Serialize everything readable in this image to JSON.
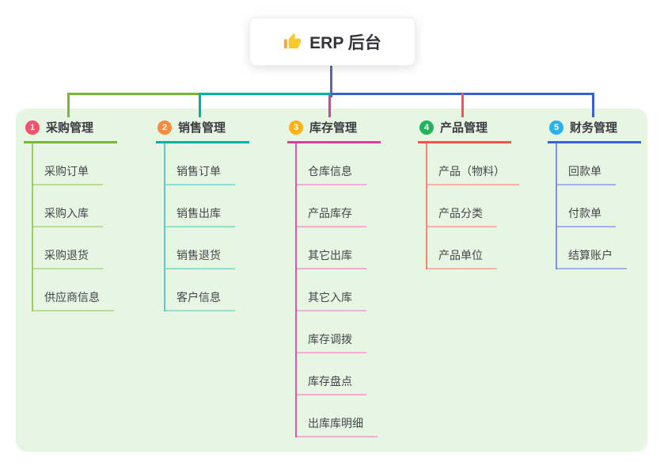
{
  "root": {
    "icon": "thumbs-up",
    "title": "ERP 后台",
    "line_color": "#5565c8"
  },
  "panel_color": "#e7f6e3",
  "branches": [
    {
      "badge": "1",
      "label": "采购管理",
      "colors": {
        "badge": "#f4516c",
        "main": "#79b738",
        "mid": "#9ccb68",
        "light": "#b9dc97"
      },
      "children": [
        "采购订单",
        "采购入库",
        "采购退货",
        "供应商信息"
      ]
    },
    {
      "badge": "2",
      "label": "销售管理",
      "colors": {
        "badge": "#f98c3d",
        "main": "#00b2ad",
        "mid": "#59cdc4",
        "light": "#8fdfd5"
      },
      "children": [
        "销售订单",
        "销售出库",
        "销售退货",
        "客户信息"
      ]
    },
    {
      "badge": "3",
      "label": "库存管理",
      "colors": {
        "badge": "#ffb217",
        "main": "#d83f9e",
        "mid": "#d85ca9",
        "light": "#eeaed6"
      },
      "children": [
        "仓库信息",
        "产品库存",
        "其它出库",
        "其它入库",
        "库存调拨",
        "库存盘点",
        "出库库明细"
      ]
    },
    {
      "badge": "4",
      "label": "产品管理",
      "colors": {
        "badge": "#23b45e",
        "main": "#f5544d",
        "mid": "#f7837b",
        "light": "#fbb0aa"
      },
      "children": [
        "产品（物料）",
        "产品分类",
        "产品单位"
      ]
    },
    {
      "badge": "5",
      "label": "财务管理",
      "colors": {
        "badge": "#29b1ef",
        "main": "#3b5fd9",
        "mid": "#7d92e0",
        "light": "#9fb1e8"
      },
      "children": [
        "回款单",
        "付款单",
        "结算账户"
      ]
    }
  ]
}
